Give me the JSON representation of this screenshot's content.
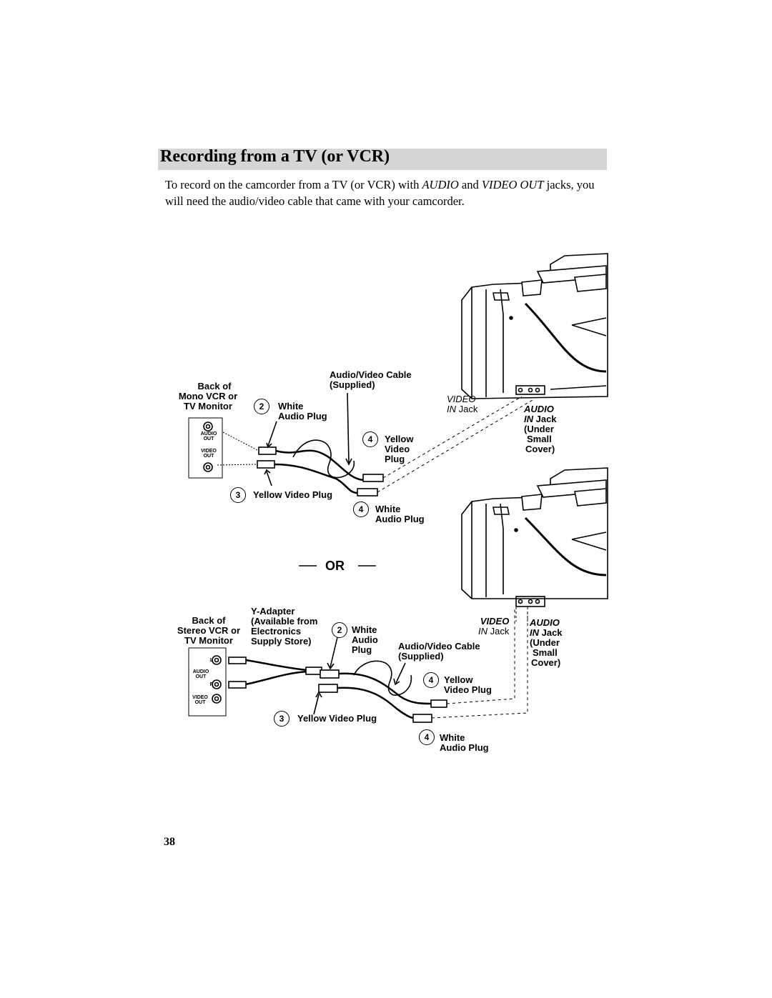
{
  "page": {
    "title": "Recording from a TV (or VCR)",
    "intro": {
      "p1": "To record on the camcorder from a TV (or VCR) with ",
      "audio": "AUDIO",
      "p2": " and ",
      "video_out": "VIDEO OUT",
      "p3": " jacks, you will need the audio/video cable that came with your camcorder."
    },
    "page_number": "38"
  },
  "diagram1": {
    "back_label": [
      "Back of",
      "Mono VCR or",
      "TV Monitor"
    ],
    "panel_audio": [
      "AUDIO",
      "OUT"
    ],
    "panel_video": [
      "VIDEO",
      "OUT"
    ],
    "cable_label": [
      "Audio/Video Cable",
      "(Supplied)"
    ],
    "step2": {
      "num": "2",
      "text": [
        "White",
        "Audio Plug"
      ]
    },
    "step3": {
      "num": "3",
      "text": "Yellow Video Plug"
    },
    "step4_yellow": {
      "num": "4",
      "text": [
        "Yellow",
        "Video",
        "Plug"
      ]
    },
    "step4_white": {
      "num": "4",
      "text": [
        "White",
        "Audio Plug"
      ]
    },
    "video_in": {
      "word": "VIDEO",
      "in": "IN",
      "jack": " Jack"
    },
    "audio_in": {
      "word": "AUDIO",
      "in": "IN",
      "jack": " Jack",
      "extra": [
        "(Under",
        "Small",
        "Cover)"
      ]
    }
  },
  "or_label": "OR",
  "diagram2": {
    "back_label": [
      "Back of",
      "Stereo VCR or",
      "TV Monitor"
    ],
    "yadapter_label": [
      "Y-Adapter",
      "(Available from",
      "Electronics",
      "Supply Store)"
    ],
    "panel_l": "L",
    "panel_r": "R",
    "panel_audio": [
      "AUDIO",
      "OUT"
    ],
    "panel_video": [
      "VIDEO",
      "OUT"
    ],
    "step2": {
      "num": "2",
      "text": [
        "White",
        "Audio",
        "Plug"
      ]
    },
    "cable_label": [
      "Audio/Video Cable",
      "(Supplied)"
    ],
    "step3": {
      "num": "3",
      "text": "Yellow Video Plug"
    },
    "step4_yellow": {
      "num": "4",
      "text": [
        "Yellow",
        "Video Plug"
      ]
    },
    "step4_white": {
      "num": "4",
      "text": [
        "White",
        "Audio Plug"
      ]
    },
    "video_in": {
      "word": "VIDEO",
      "in": "IN",
      "jack": " Jack"
    },
    "audio_in": {
      "word": "AUDIO",
      "in": "IN",
      "jack": " Jack",
      "extra": [
        "(Under",
        "Small",
        "Cover)"
      ]
    }
  }
}
